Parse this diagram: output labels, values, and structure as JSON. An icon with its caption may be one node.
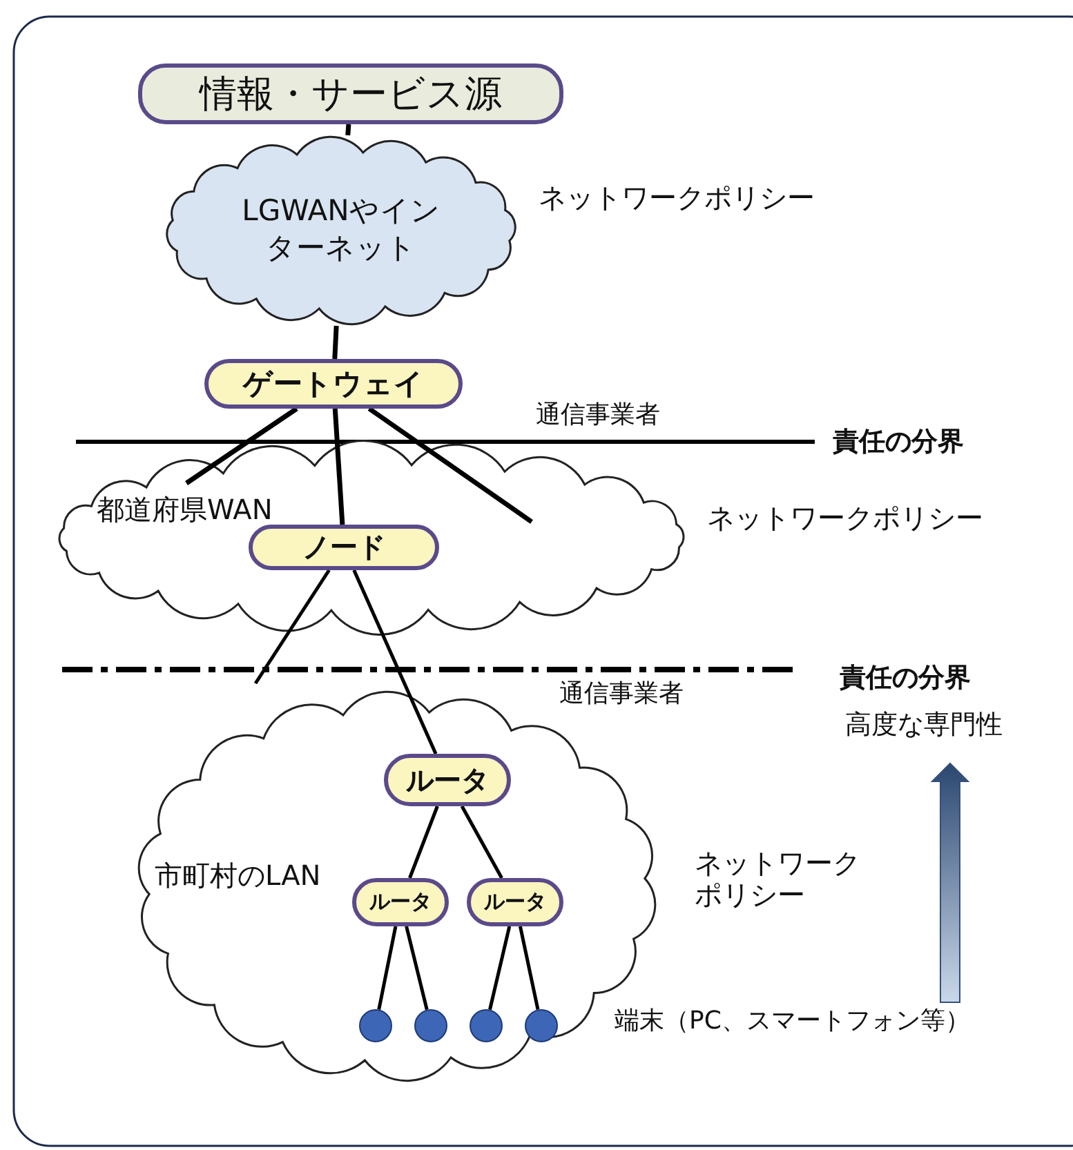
{
  "diagram": {
    "nodes": [
      {
        "text": [
          "情報・サービス源"
        ]
      },
      {
        "text": [
          "LGWANやインターネット"
        ]
      },
      {
        "text": [
          "ゲートウェイ"
        ]
      },
      {
        "text": [
          "都道府県WAN"
        ]
      },
      {
        "text": [
          "ノード"
        ],
        "in": 3
      },
      {
        "text": [
          "市町村のLAN"
        ]
      },
      {
        "text": [
          "ルータ"
        ],
        "in": 5
      },
      {
        "text": [
          "ルータ"
        ],
        "in": 5
      },
      {
        "text": [
          "ルータ"
        ],
        "in": 5
      },
      {
        "text": [],
        "shape": "circle",
        "in": 5
      },
      {
        "text": [],
        "shape": "circle",
        "in": 5
      },
      {
        "text": [],
        "shape": "circle",
        "in": 5
      },
      {
        "text": [],
        "shape": "circle",
        "in": 5
      }
    ],
    "edges": [
      {
        "from": 0,
        "to": 1,
        "arrow": "none"
      },
      {
        "from": 1,
        "to": 2,
        "arrow": "none"
      },
      {
        "from": 2,
        "to": null,
        "arrow": "none"
      },
      {
        "from": 2,
        "to": 4,
        "arrow": "none"
      },
      {
        "from": 2,
        "to": null,
        "arrow": "none"
      },
      {
        "from": 4,
        "to": null,
        "arrow": "none"
      },
      {
        "from": 4,
        "to": 6,
        "arrow": "none"
      },
      {
        "from": 6,
        "to": 7,
        "arrow": "none"
      },
      {
        "from": 6,
        "to": 8,
        "arrow": "none"
      },
      {
        "from": 7,
        "to": 9,
        "arrow": "none"
      },
      {
        "from": 7,
        "to": 10,
        "arrow": "none"
      },
      {
        "from": 8,
        "to": 11,
        "arrow": "none"
      },
      {
        "from": 8,
        "to": 12,
        "arrow": "none"
      }
    ],
    "labels": [
      "ネットワークポリシー",
      "通信事業者",
      "責任の分界",
      "ネットワークポリシー",
      "責任の分界",
      "通信事業者",
      "高度な専門性",
      "ネットワークポリシー",
      "端末（PC、スマートフォン等）"
    ]
  }
}
